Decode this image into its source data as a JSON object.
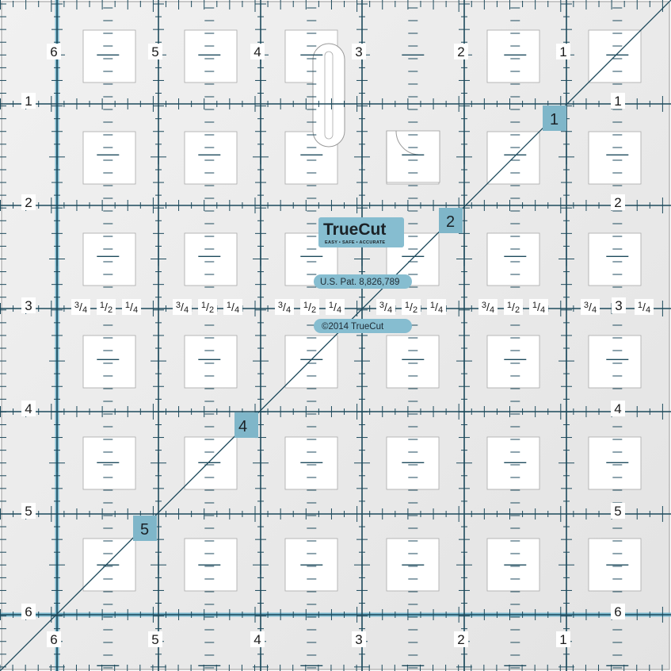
{
  "ruler": {
    "brand": "TrueCut",
    "tagline": "EASY • SAFE • ACCURATE",
    "patent": "U.S. Pat. 8,826,789",
    "copyright": "©2014 TrueCut",
    "top_numbers": [
      "6",
      "5",
      "4",
      "3",
      "2",
      "1"
    ],
    "bottom_numbers": [
      "6",
      "5",
      "4",
      "3",
      "2",
      "1"
    ],
    "left_numbers": [
      "1",
      "2",
      "3",
      "4",
      "5",
      "6"
    ],
    "right_numbers": [
      "1",
      "2",
      "4",
      "5",
      "6"
    ],
    "center_right_number": "3",
    "diagonal_numbers": [
      "1",
      "2",
      "4",
      "5"
    ],
    "fractions": [
      "3/4",
      "1/2",
      "1/4"
    ],
    "colors": {
      "plate": "#ebebeb",
      "accent": "#6cb4cc",
      "line": "#1d4a5c",
      "window": "#ffffff"
    }
  }
}
